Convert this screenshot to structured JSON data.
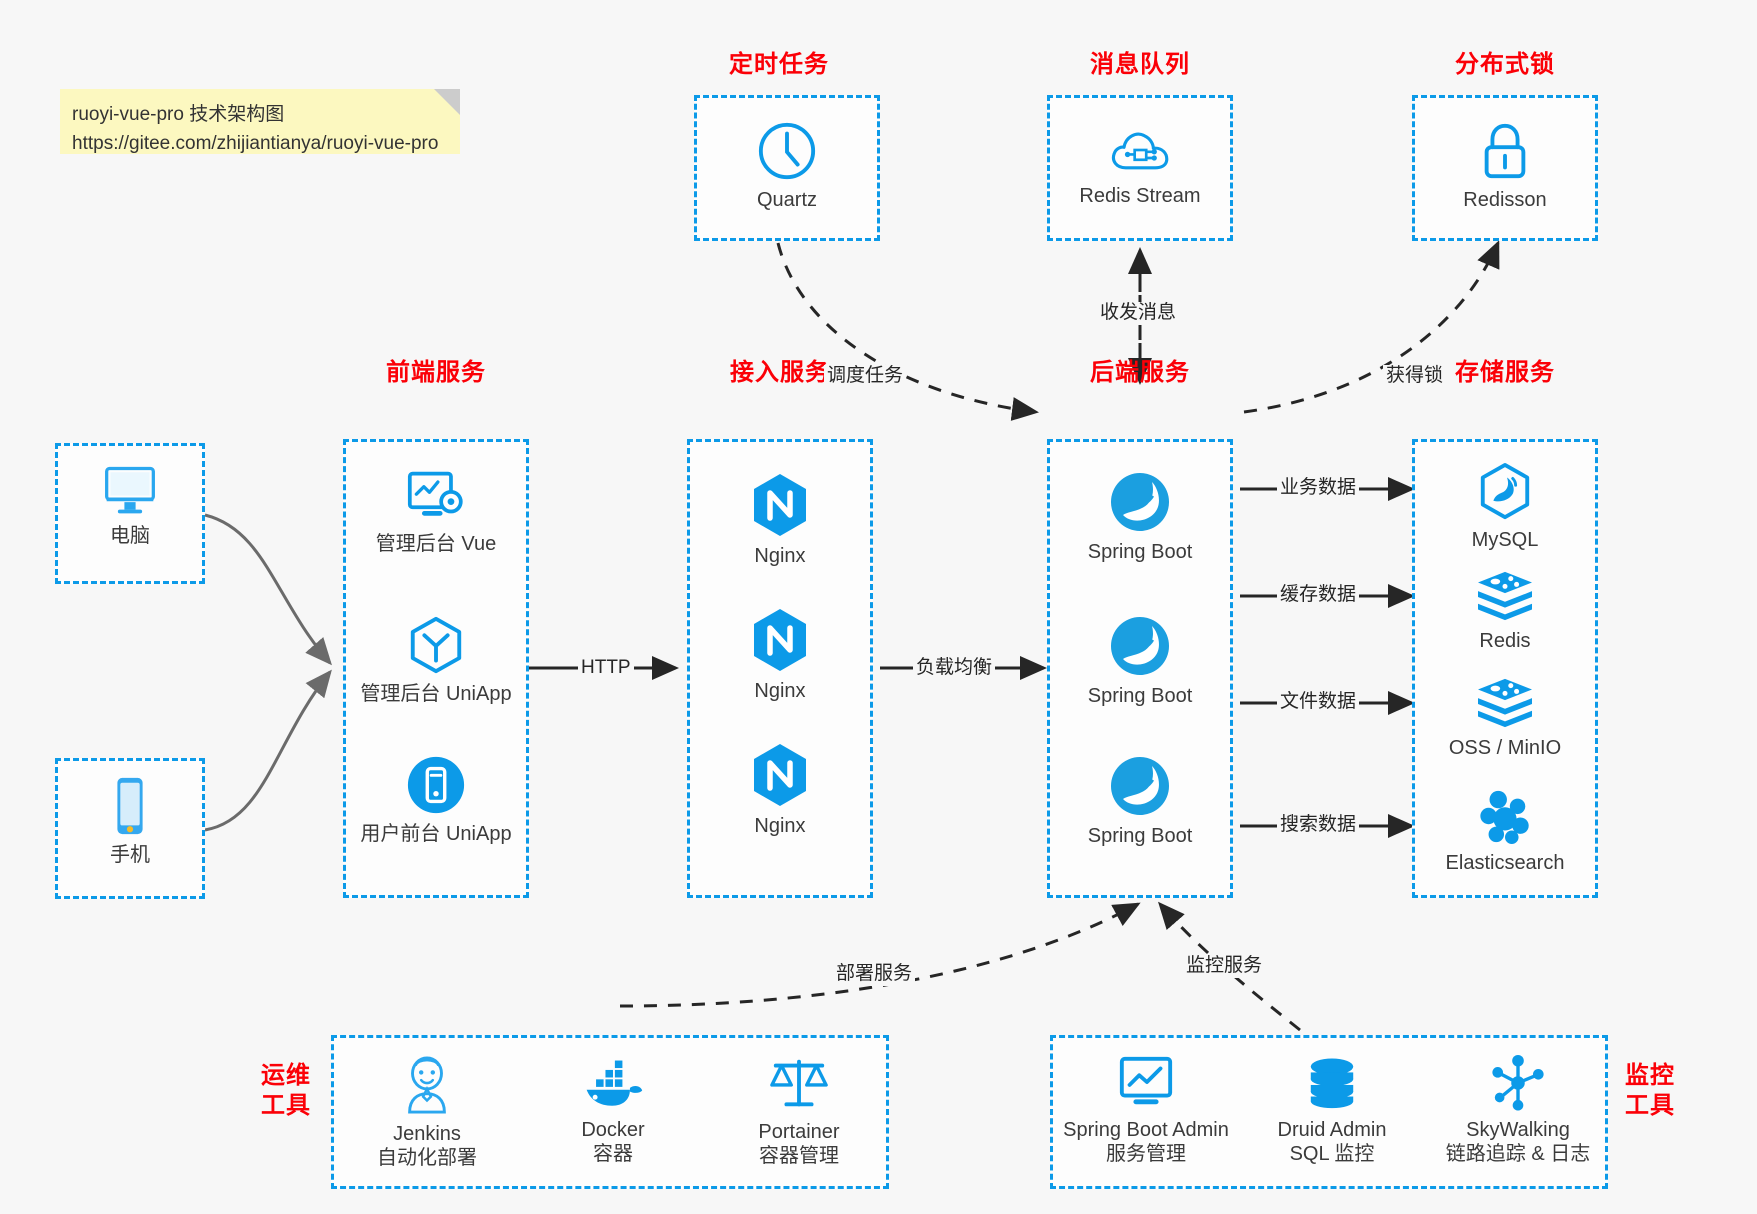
{
  "note": {
    "line1": "ruoyi-vue-pro 技术架构图",
    "line2": "https://gitee.com/zhijiantianya/ruoyi-vue-pro"
  },
  "colors": {
    "accent_blue": "#0c9ae8",
    "title_red": "#fb0007",
    "note_yellow": "#fcf8c0",
    "background": "#f7f7f7",
    "edge_dark": "#262626"
  },
  "sections": {
    "scheduler": {
      "title": "定时任务",
      "nodes": [
        {
          "label": "Quartz",
          "icon": "clock-icon"
        }
      ]
    },
    "mq": {
      "title": "消息队列",
      "nodes": [
        {
          "label": "Redis Stream",
          "icon": "cloud-stream-icon"
        }
      ]
    },
    "lock": {
      "title": "分布式锁",
      "nodes": [
        {
          "label": "Redisson",
          "icon": "lock-icon"
        }
      ]
    },
    "clients": {
      "nodes": [
        {
          "label": "电脑",
          "icon": "desktop-monitor-icon"
        },
        {
          "label": "手机",
          "icon": "mobile-phone-icon"
        }
      ]
    },
    "frontend": {
      "title": "前端服务",
      "nodes": [
        {
          "label": "管理后台 Vue",
          "icon": "admin-dashboard-icon"
        },
        {
          "label": "管理后台 UniApp",
          "icon": "uniapp-cube-icon"
        },
        {
          "label": "用户前台 UniApp",
          "icon": "mobile-app-icon"
        }
      ]
    },
    "gateway": {
      "title": "接入服务",
      "nodes": [
        {
          "label": "Nginx",
          "icon": "nginx-icon"
        },
        {
          "label": "Nginx",
          "icon": "nginx-icon"
        },
        {
          "label": "Nginx",
          "icon": "nginx-icon"
        }
      ]
    },
    "backend": {
      "title": "后端服务",
      "nodes": [
        {
          "label": "Spring Boot",
          "icon": "spring-boot-icon"
        },
        {
          "label": "Spring Boot",
          "icon": "spring-boot-icon"
        },
        {
          "label": "Spring Boot",
          "icon": "spring-boot-icon"
        }
      ]
    },
    "storage": {
      "title": "存储服务",
      "nodes": [
        {
          "label": "MySQL",
          "icon": "mysql-icon"
        },
        {
          "label": "Redis",
          "icon": "redis-stack-icon"
        },
        {
          "label": "OSS / MinIO",
          "icon": "object-storage-icon"
        },
        {
          "label": "Elasticsearch",
          "icon": "elasticsearch-icon"
        }
      ]
    },
    "devops": {
      "title_line1": "运维",
      "title_line2": "工具",
      "nodes": [
        {
          "label": "Jenkins",
          "sublabel": "自动化部署",
          "icon": "jenkins-butler-icon"
        },
        {
          "label": "Docker",
          "sublabel": "容器",
          "icon": "docker-whale-icon"
        },
        {
          "label": "Portainer",
          "sublabel": "容器管理",
          "icon": "portainer-scales-icon"
        }
      ]
    },
    "monitoring": {
      "title_line1": "监控",
      "title_line2": "工具",
      "nodes": [
        {
          "label": "Spring Boot Admin",
          "sublabel": "服务管理",
          "icon": "monitor-chart-icon"
        },
        {
          "label": "Druid Admin",
          "sublabel": "SQL 监控",
          "icon": "database-cylinder-icon"
        },
        {
          "label": "SkyWalking",
          "sublabel": "链路追踪 & 日志",
          "icon": "skywalking-node-icon"
        }
      ]
    }
  },
  "edges": {
    "http": "HTTP",
    "load_balance": "负载均衡",
    "schedule_task": "调度任务",
    "send_receive_message": "收发消息",
    "acquire_lock": "获得锁",
    "business_data": "业务数据",
    "cache_data": "缓存数据",
    "file_data": "文件数据",
    "search_data": "搜索数据",
    "deploy_service": "部署服务",
    "monitor_service": "监控服务"
  }
}
